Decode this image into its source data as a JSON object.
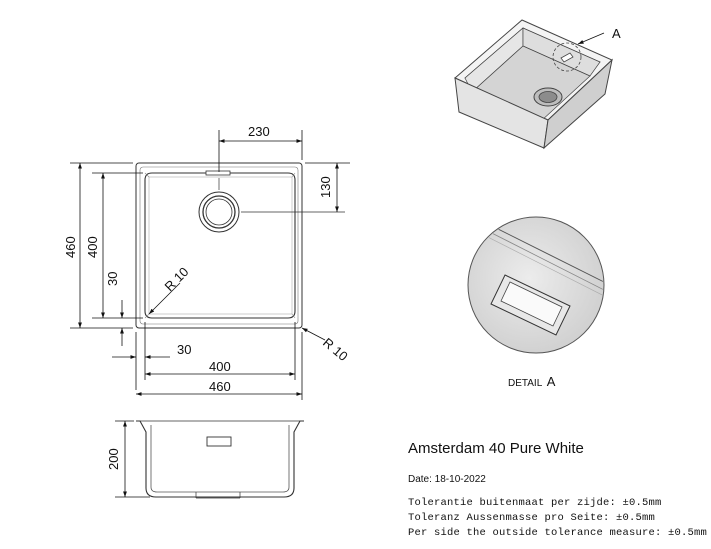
{
  "product_title": "Amsterdam 40 Pure White",
  "date_line": "Date: 18-10-2022",
  "tolerances": [
    "Tolerantie buitenmaat per zijde: ±0.5mm",
    "Toleranz Aussenmasse pro Seite: ±0.5mm",
    "Per side the outside tolerance measure: ±0.5mm"
  ],
  "detail": {
    "word": "DETAIL",
    "letter": "A"
  },
  "callout_letter": "A",
  "dimensions": {
    "top_width_230": "230",
    "drain_offset_130": "130",
    "outer_height_460": "460",
    "inner_height_400": "400",
    "bottom_offset_30": "30",
    "inner_radius": "R 10",
    "outer_radius": "R 10",
    "left_offset_30": "30",
    "inner_width_400": "400",
    "outer_width_460": "460",
    "depth_200": "200"
  }
}
